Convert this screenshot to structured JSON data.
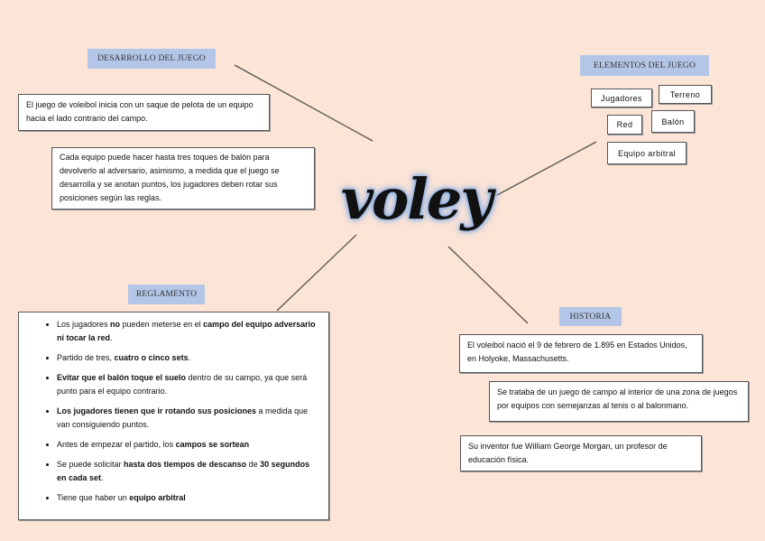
{
  "center_title": "voley",
  "colors": {
    "background": "#FCE4D6",
    "label_badge": "#B4C6E7",
    "title_glow": "#7FA8E0",
    "connector": "#555555"
  },
  "desarrollo": {
    "label": "DESARROLLO DEL JUEGO",
    "texts": [
      "El juego de voleibol inicia con un saque de pelota de un equipo hacia el lado contrario del campo.",
      "Cada equipo puede hacer hasta tres toques de balón para devolverlo al adversario, asimismo, a medida que el juego se desarrolla y se anotan puntos, los jugadores deben rotar sus posiciones según las reglas."
    ]
  },
  "elementos": {
    "label": "ELEMENTOS DEL JUEGO",
    "items": [
      "Jugadores",
      "Terreno",
      "Red",
      "Balón",
      "Equipo arbitral"
    ]
  },
  "reglamento": {
    "label": "REGLAMENTO",
    "rules": [
      [
        {
          "t": "Los jugadores ",
          "b": false
        },
        {
          "t": "no",
          "b": true
        },
        {
          "t": " pueden meterse en el ",
          "b": false
        },
        {
          "t": "campo del equipo adversario ni tocar la red",
          "b": true
        },
        {
          "t": ".",
          "b": false
        }
      ],
      [
        {
          "t": "Partido de tres, ",
          "b": false
        },
        {
          "t": "cuatro o cinco sets",
          "b": true
        },
        {
          "t": ".",
          "b": false
        }
      ],
      [
        {
          "t": "Evitar que el balón toque el suelo",
          "b": true
        },
        {
          "t": " dentro de su campo, ya que será punto para el equipo contrario.",
          "b": false
        }
      ],
      [
        {
          "t": "Los jugadores tienen que ir rotando sus posiciones",
          "b": true
        },
        {
          "t": " a medida que van consiguiendo puntos.",
          "b": false
        }
      ],
      [
        {
          "t": "Antes de empezar el partido, los ",
          "b": false
        },
        {
          "t": "campos se sortean",
          "b": true
        }
      ],
      [
        {
          "t": "Se puede solicitar ",
          "b": false
        },
        {
          "t": "hasta dos tiempos de descanso",
          "b": true
        },
        {
          "t": " de ",
          "b": false
        },
        {
          "t": "30 segundos en cada set",
          "b": true
        },
        {
          "t": ".",
          "b": false
        }
      ],
      [
        {
          "t": "Tiene que haber un ",
          "b": false
        },
        {
          "t": "equipo arbitral",
          "b": true
        }
      ]
    ]
  },
  "historia": {
    "label": "HISTORIA",
    "texts": [
      "El voleibol nació el 9 de febrero de 1.895 en Estados Unidos, en Holyoke, Massachusetts.",
      "Se trataba de un juego de campo al interior de una zona de juegos por equipos con semejanzas al tenis o al balonmano.",
      "Su inventor fue William George Morgan, un profesor de educación física."
    ]
  }
}
